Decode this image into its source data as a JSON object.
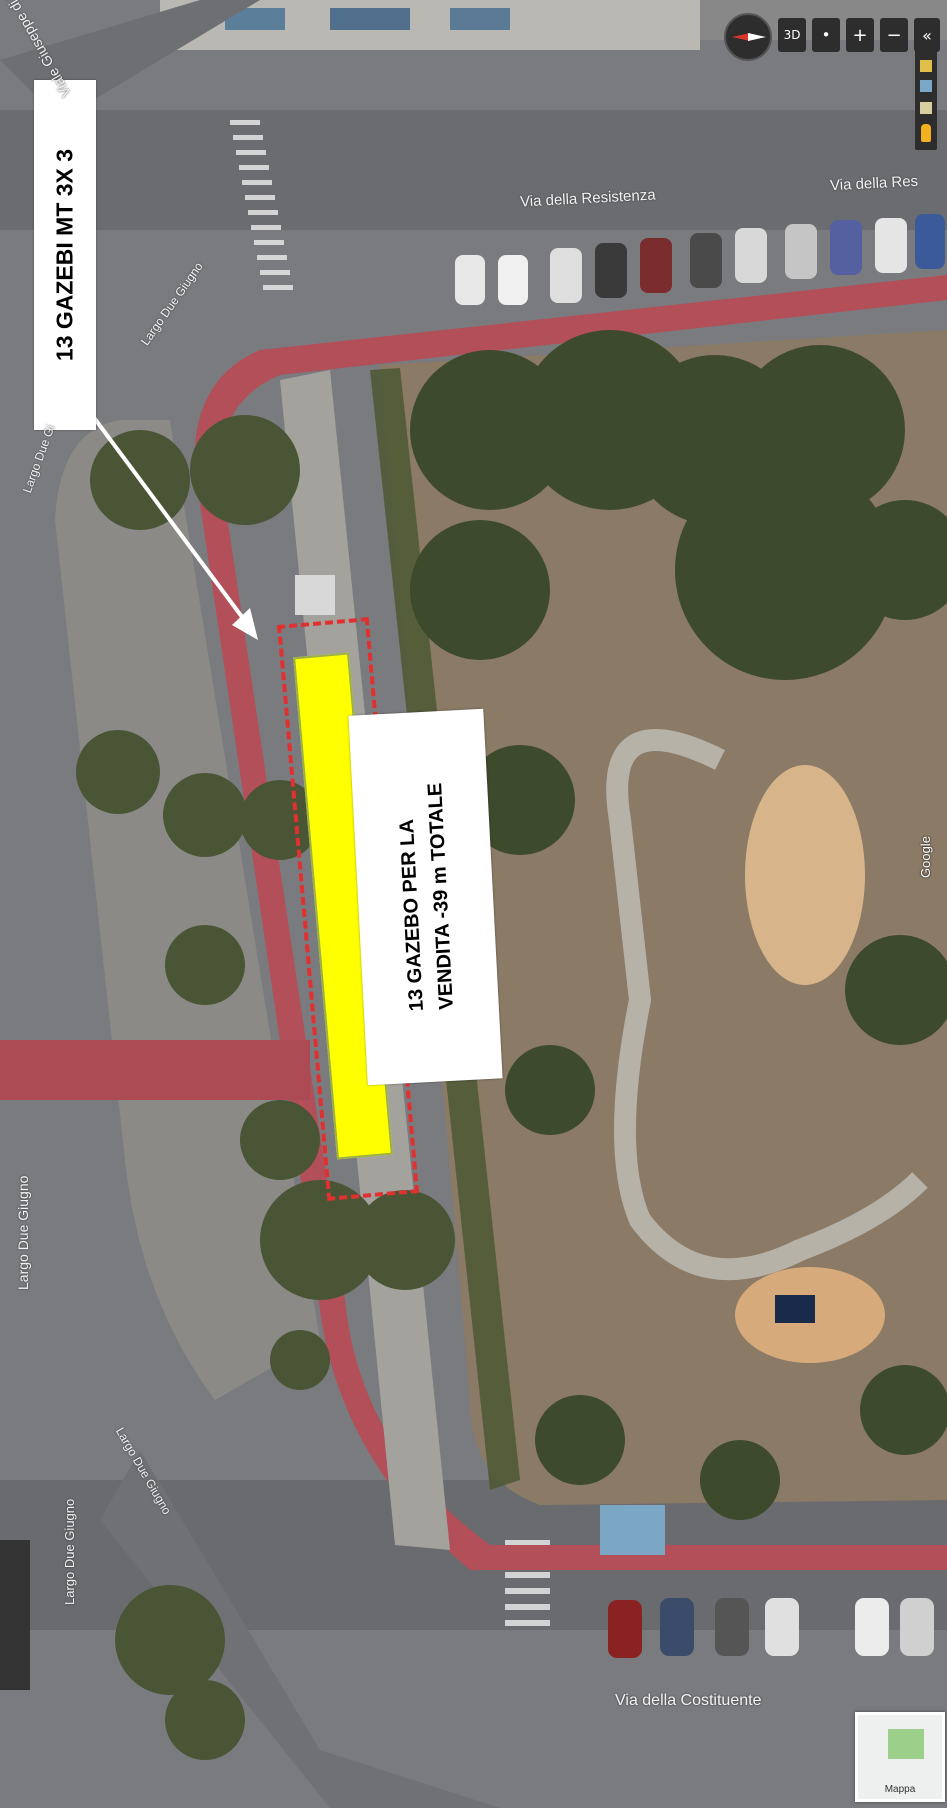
{
  "annotations": {
    "gazebi_label": "13 GAZEBI MT 3X 3",
    "gazebo_line1": "13 GAZEBO PER LA",
    "gazebo_line2": "VENDITA -39 m TOTALE"
  },
  "streets": {
    "viale_vittorio": "Viale Giuseppe di Vittorio",
    "resistenza_1": "Via della Resistenza",
    "resistenza_2": "Via della Res",
    "largo_1": "Largo Due Giugno",
    "largo_2": "Largo Due Gi",
    "largo_3": "Largo Due Giugno",
    "largo_4": "Largo Due Giugno",
    "largo_5": "Largo Due Giugno",
    "costituente": "Via della Costituente"
  },
  "map_controls": {
    "compass_icon": "compass-icon",
    "tilt_label": "3D",
    "locate_label": "•",
    "zoom_in_label": "+",
    "zoom_out_label": "−",
    "collapse_label": "«",
    "pegman_icon": "pegman-icon",
    "minimap_label": "Mappa",
    "attribution": "Google"
  },
  "colors": {
    "highlight": "#ffff00",
    "dashed_border": "#e03030",
    "bike_lane": "#b44e58",
    "grass": "#8a7a66"
  }
}
